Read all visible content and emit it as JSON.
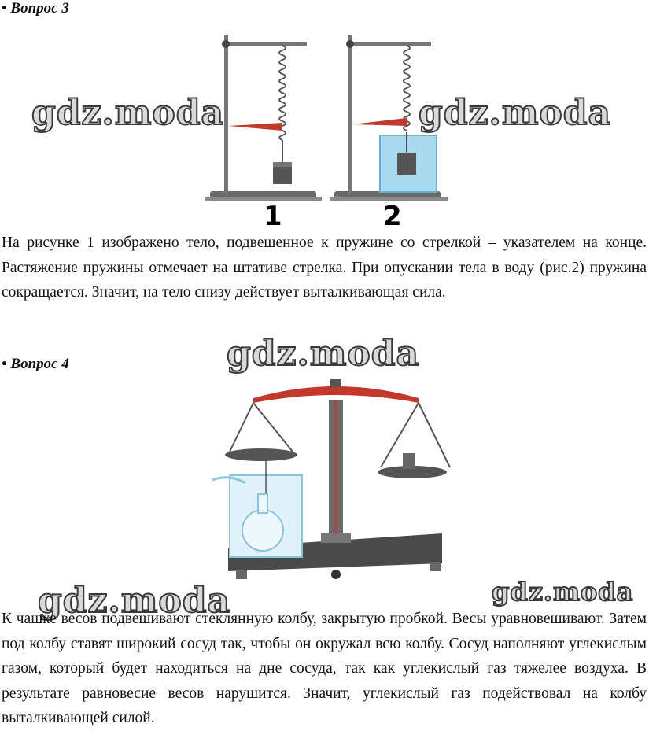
{
  "q3": {
    "heading": "• Вопрос 3",
    "fig_labels": [
      "1",
      "2"
    ],
    "text": "На рисунке 1 изображено тело, подвешенное к пружине со стрелкой – указателем на конце. Растяжение пружины отмечает на штативе стрелка. При опускании тела в воду (рис.2) пружина сокращается. Значит, на тело снизу действует выталкивающая сила."
  },
  "q4": {
    "heading": "• Вопрос 4",
    "text": "К чашке весов подвешивают стеклянную колбу, закрытую пробкой. Весы уравновешивают. Затем под колбу ставят широкий сосуд так, чтобы он окружал всю колбу. Сосуд наполняют углекислым газом, который будет находиться на дне сосуда, так как углекислый газ тяжелее воздуха. В результате равновесие весов нарушится. Значит, углекислый газ подействовал на колбу выталкивающей силой."
  },
  "watermarks": [
    "gdz.moda",
    "gdz.moda",
    "gdz.moda",
    "gdz.moda",
    "gdz.moda"
  ],
  "colors": {
    "water": "#a9d9ef",
    "beam": "#c0392b",
    "stand": "#555555"
  }
}
